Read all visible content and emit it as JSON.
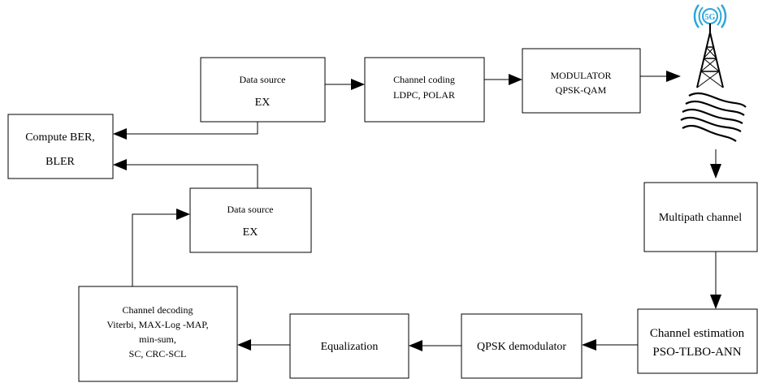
{
  "blocks": {
    "data_source_tx": {
      "line1": "Data source",
      "line2": "EX"
    },
    "channel_coding": {
      "line1": "Channel coding",
      "line2": "LDPC, POLAR"
    },
    "modulator": {
      "line1": "MODULATOR",
      "line2": "QPSK-QAM"
    },
    "compute_ber": {
      "line1": "Compute BER,",
      "line2": "BLER"
    },
    "data_source_rx": {
      "line1": "Data source",
      "line2": "EX"
    },
    "multipath_channel": {
      "line1": "Multipath channel"
    },
    "channel_estimation": {
      "line1": "Channel estimation",
      "line2": "PSO-TLBO-ANN"
    },
    "qpsk_demodulator": {
      "line1": "QPSK demodulator"
    },
    "equalization": {
      "line1": "Equalization"
    },
    "channel_decoding": {
      "line1": "Channel decoding",
      "line2": "Viterbi, MAX-Log -MAP,",
      "line3": "min-sum,",
      "line4": "SC, CRC-SCL"
    }
  },
  "antenna_badge": "5G",
  "icons": [
    "antenna-tower-icon",
    "radio-waves-icon"
  ]
}
